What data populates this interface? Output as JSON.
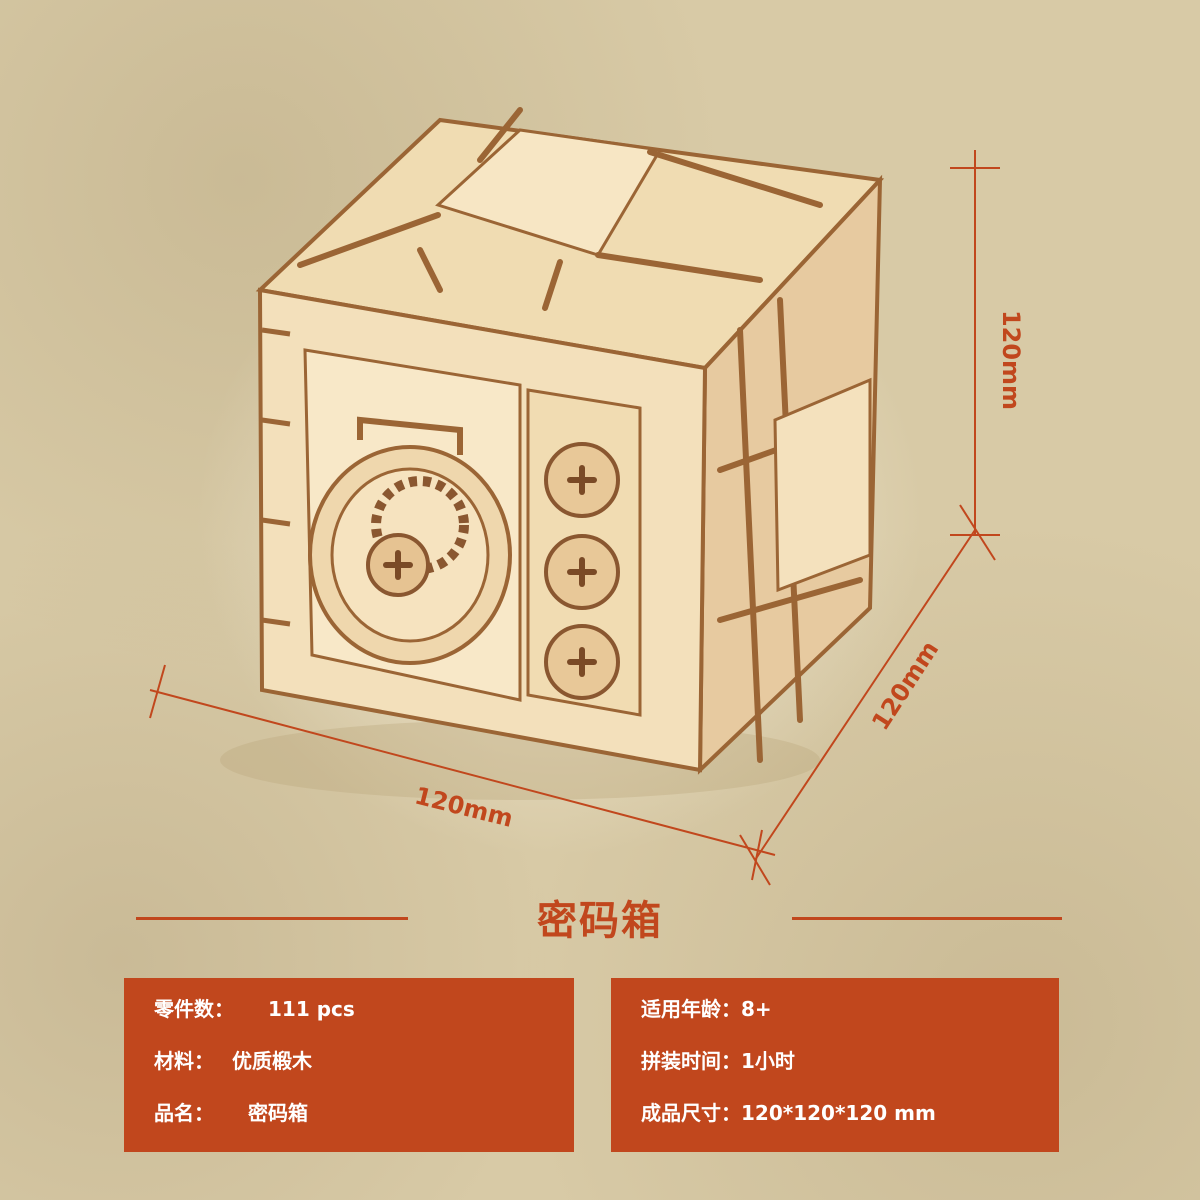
{
  "product": {
    "title": "密码箱"
  },
  "dimensions": {
    "width": "120mm",
    "depth": "120mm",
    "height": "120mm"
  },
  "specs_left": [
    {
      "label": "零件数：",
      "value": "111 pcs"
    },
    {
      "label": "材料：",
      "value": "优质椴木"
    },
    {
      "label": "品名：",
      "value": "密码箱"
    }
  ],
  "specs_right": [
    {
      "label": "适用年龄：",
      "value": "8+"
    },
    {
      "label": "拼装时间：",
      "value": "1小时"
    },
    {
      "label": "成品尺寸：",
      "value": "120*120*120 mm"
    }
  ],
  "colors": {
    "accent": "#c1471d",
    "wood_light": "#f1dcb4",
    "wood_mid": "#e6c99a",
    "wood_edge": "#a06a3a"
  }
}
